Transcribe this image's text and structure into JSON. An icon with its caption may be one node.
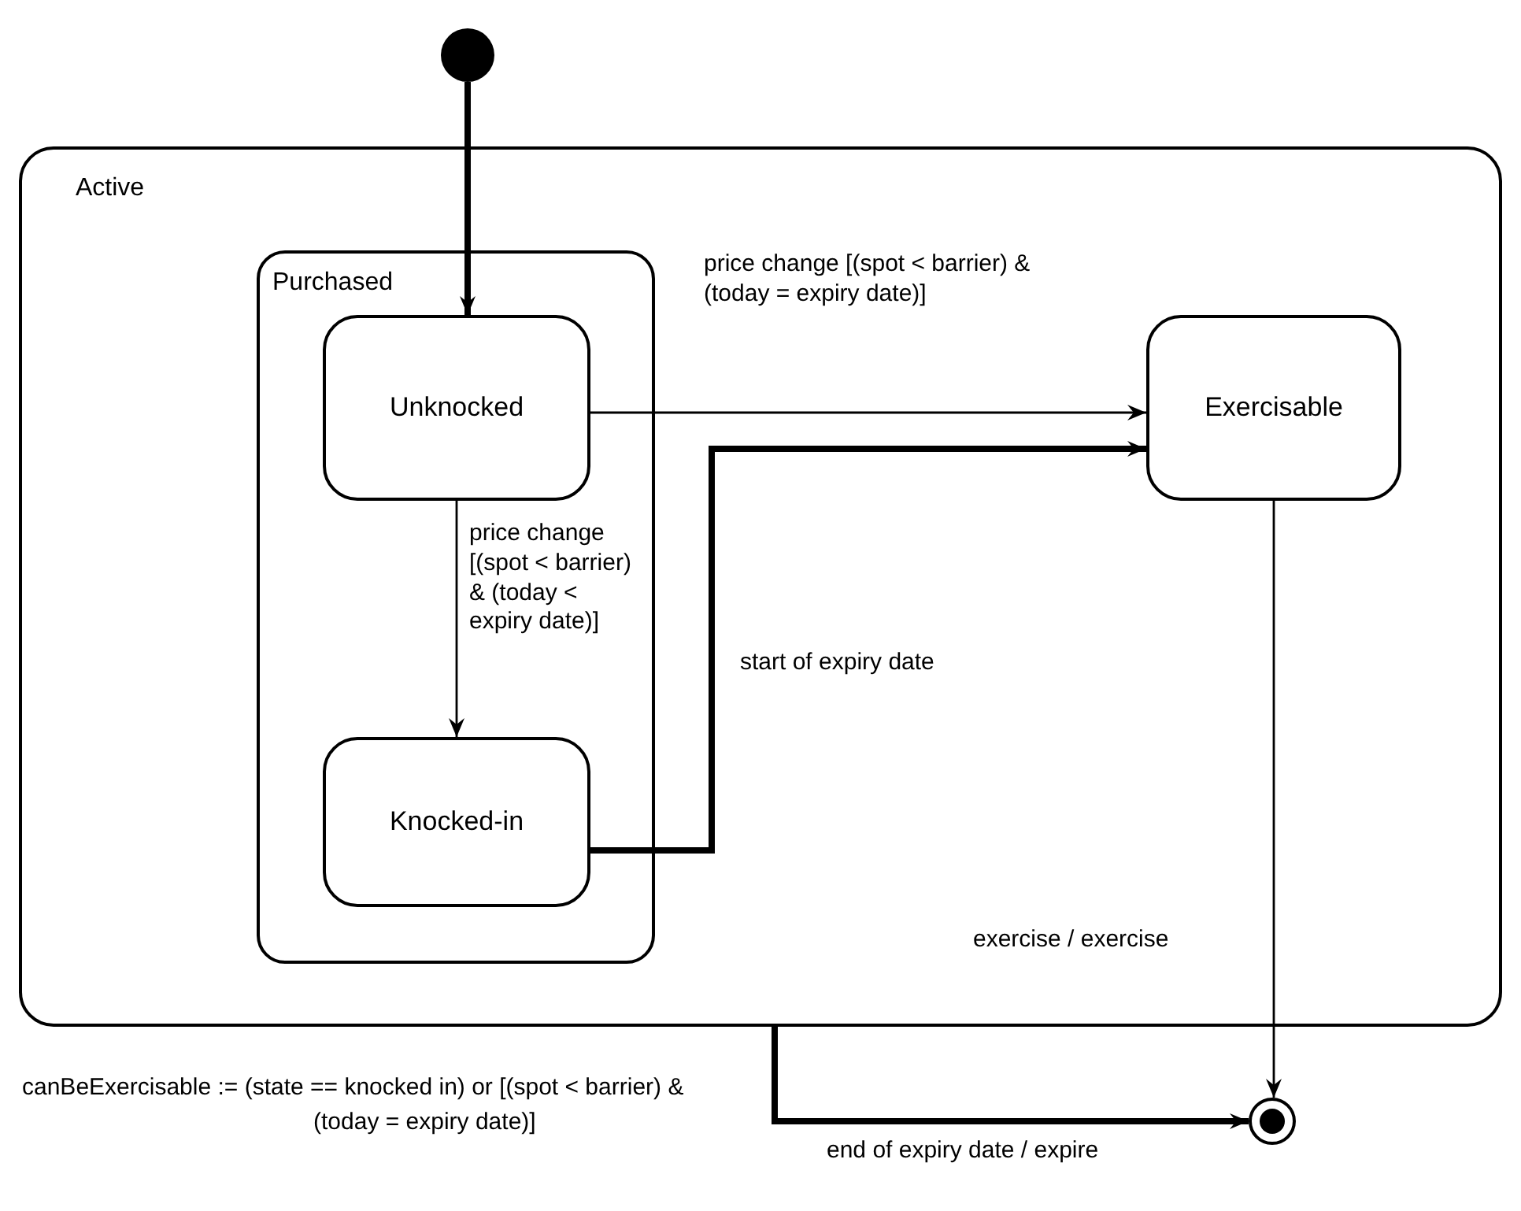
{
  "diagram": {
    "nodes": [
      {
        "text": [],
        "shape": "circle"
      },
      {
        "text": [
          "Active"
        ]
      },
      {
        "text": [
          "Purchased"
        ],
        "in": 1
      },
      {
        "text": [
          "Unknocked"
        ],
        "in": 2
      },
      {
        "text": [
          "Knocked-in"
        ],
        "in": 2
      },
      {
        "text": [
          "Exercisable"
        ],
        "in": 1
      },
      {
        "text": [],
        "shape": "circle"
      }
    ],
    "edges": [
      {
        "from": 0,
        "to": 3,
        "arrow": "to",
        "style": "thick"
      },
      {
        "from": 3,
        "to": 5,
        "arrow": "to",
        "label": "price change [(spot < barrier) & (today = expiry date)]"
      },
      {
        "from": 4,
        "to": 5,
        "arrow": "to",
        "label": "start of expiry date",
        "style": "thick"
      },
      {
        "from": 3,
        "to": 4,
        "arrow": "to",
        "label": "price change [(spot < barrier) & (today < expiry date)]"
      },
      {
        "from": 5,
        "to": 6,
        "arrow": "to",
        "label": "exercise / exercise"
      },
      {
        "from": 1,
        "to": 6,
        "arrow": "to",
        "label": "end of expiry date /  expire",
        "style": "thick"
      }
    ],
    "labels": [
      "canBeExercisable := (state == knocked in) or [(spot < barrier) & (today = expiry date)]"
    ]
  }
}
